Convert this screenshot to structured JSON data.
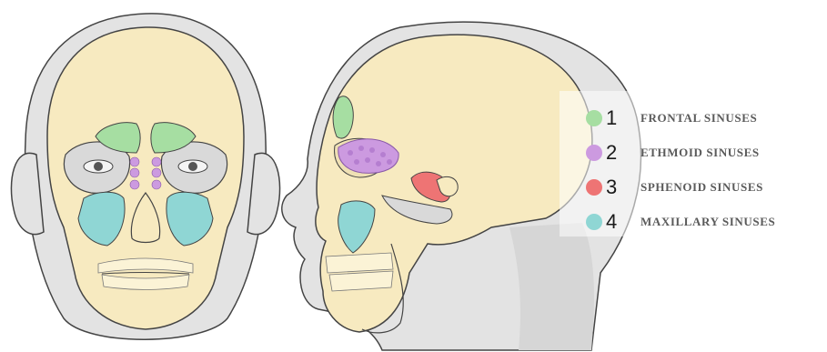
{
  "colors": {
    "skin": "#f7eac0",
    "outline": "#444444",
    "hair_shadow": "#e3e3e3",
    "background": "#ffffff"
  },
  "legend": [
    {
      "number": "1",
      "label": "FRONTAL SINUSES",
      "color": "#a6dea2"
    },
    {
      "number": "2",
      "label": "ETHMOID SINUSES",
      "color": "#cc9ae0"
    },
    {
      "number": "3",
      "label": "SPHENOID SINUSES",
      "color": "#ee7474"
    },
    {
      "number": "4",
      "label": "MAXILLARY SINUSES",
      "color": "#8fd6d4"
    }
  ]
}
